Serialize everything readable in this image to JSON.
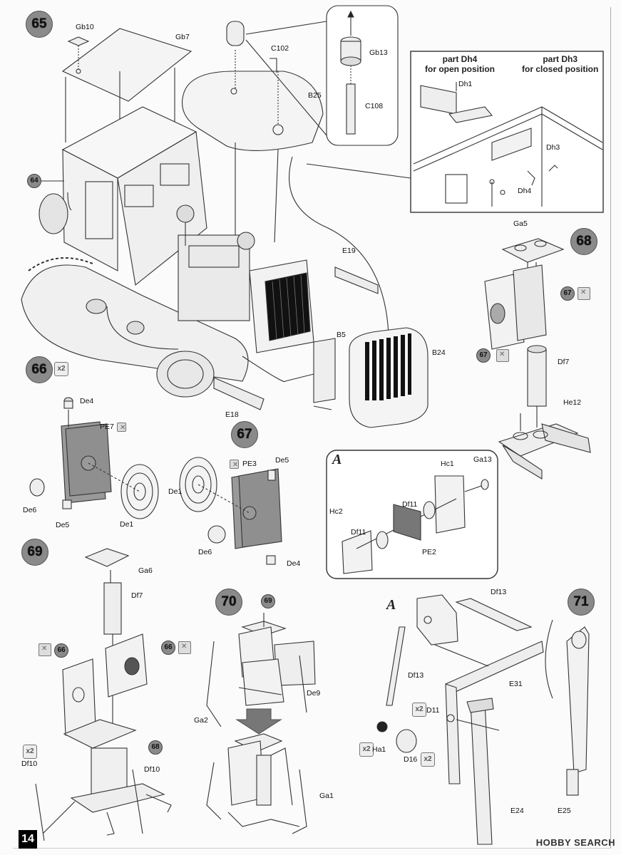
{
  "page_number": "14",
  "steps": {
    "s64": "64",
    "s65": "65",
    "s66": "66",
    "s67": "67",
    "s68": "68",
    "s69": "69",
    "s70": "70",
    "s71": "71"
  },
  "multiplier": "x2",
  "detail_A": "A",
  "detail_titles": {
    "open": [
      "part Dh4",
      "for open position"
    ],
    "closed": [
      "part Dh3",
      "for closed position"
    ]
  },
  "parts": {
    "Gb10": "Gb10",
    "Gb7": "Gb7",
    "C102": "C102",
    "B25": "B25",
    "Gb13": "Gb13",
    "C108": "C108",
    "Dh1": "Dh1",
    "Dh3": "Dh3",
    "Dh4": "Dh4",
    "E19": "E19",
    "B5": "B5",
    "B24": "B24",
    "E18": "E18",
    "Ga5": "Ga5",
    "Df7a": "Df7",
    "He12": "He12",
    "De4a": "De4",
    "PE7": "PE7",
    "De6a": "De6",
    "De5a": "De5",
    "De1a": "De1",
    "De1b": "De1",
    "PE3": "PE3",
    "De5b": "De5",
    "De6b": "De6",
    "De4b": "De4",
    "Hc1": "Hc1",
    "Ga13": "Ga13",
    "Hc2": "Hc2",
    "Df11a": "Df11",
    "Df11b": "Df11",
    "PE2": "PE2",
    "Ga6": "Ga6",
    "Df7b": "Df7",
    "Df10a": "Df10",
    "Df10b": "Df10",
    "Ga2": "Ga2",
    "De9": "De9",
    "Ga1": "Ga1",
    "Df13a": "Df13",
    "Df13b": "Df13",
    "E31": "E31",
    "D11": "D11",
    "Ha1": "Ha1",
    "D16": "D16",
    "E24": "E24",
    "E25": "E25"
  },
  "watermark": "HOBBY SEARCH"
}
